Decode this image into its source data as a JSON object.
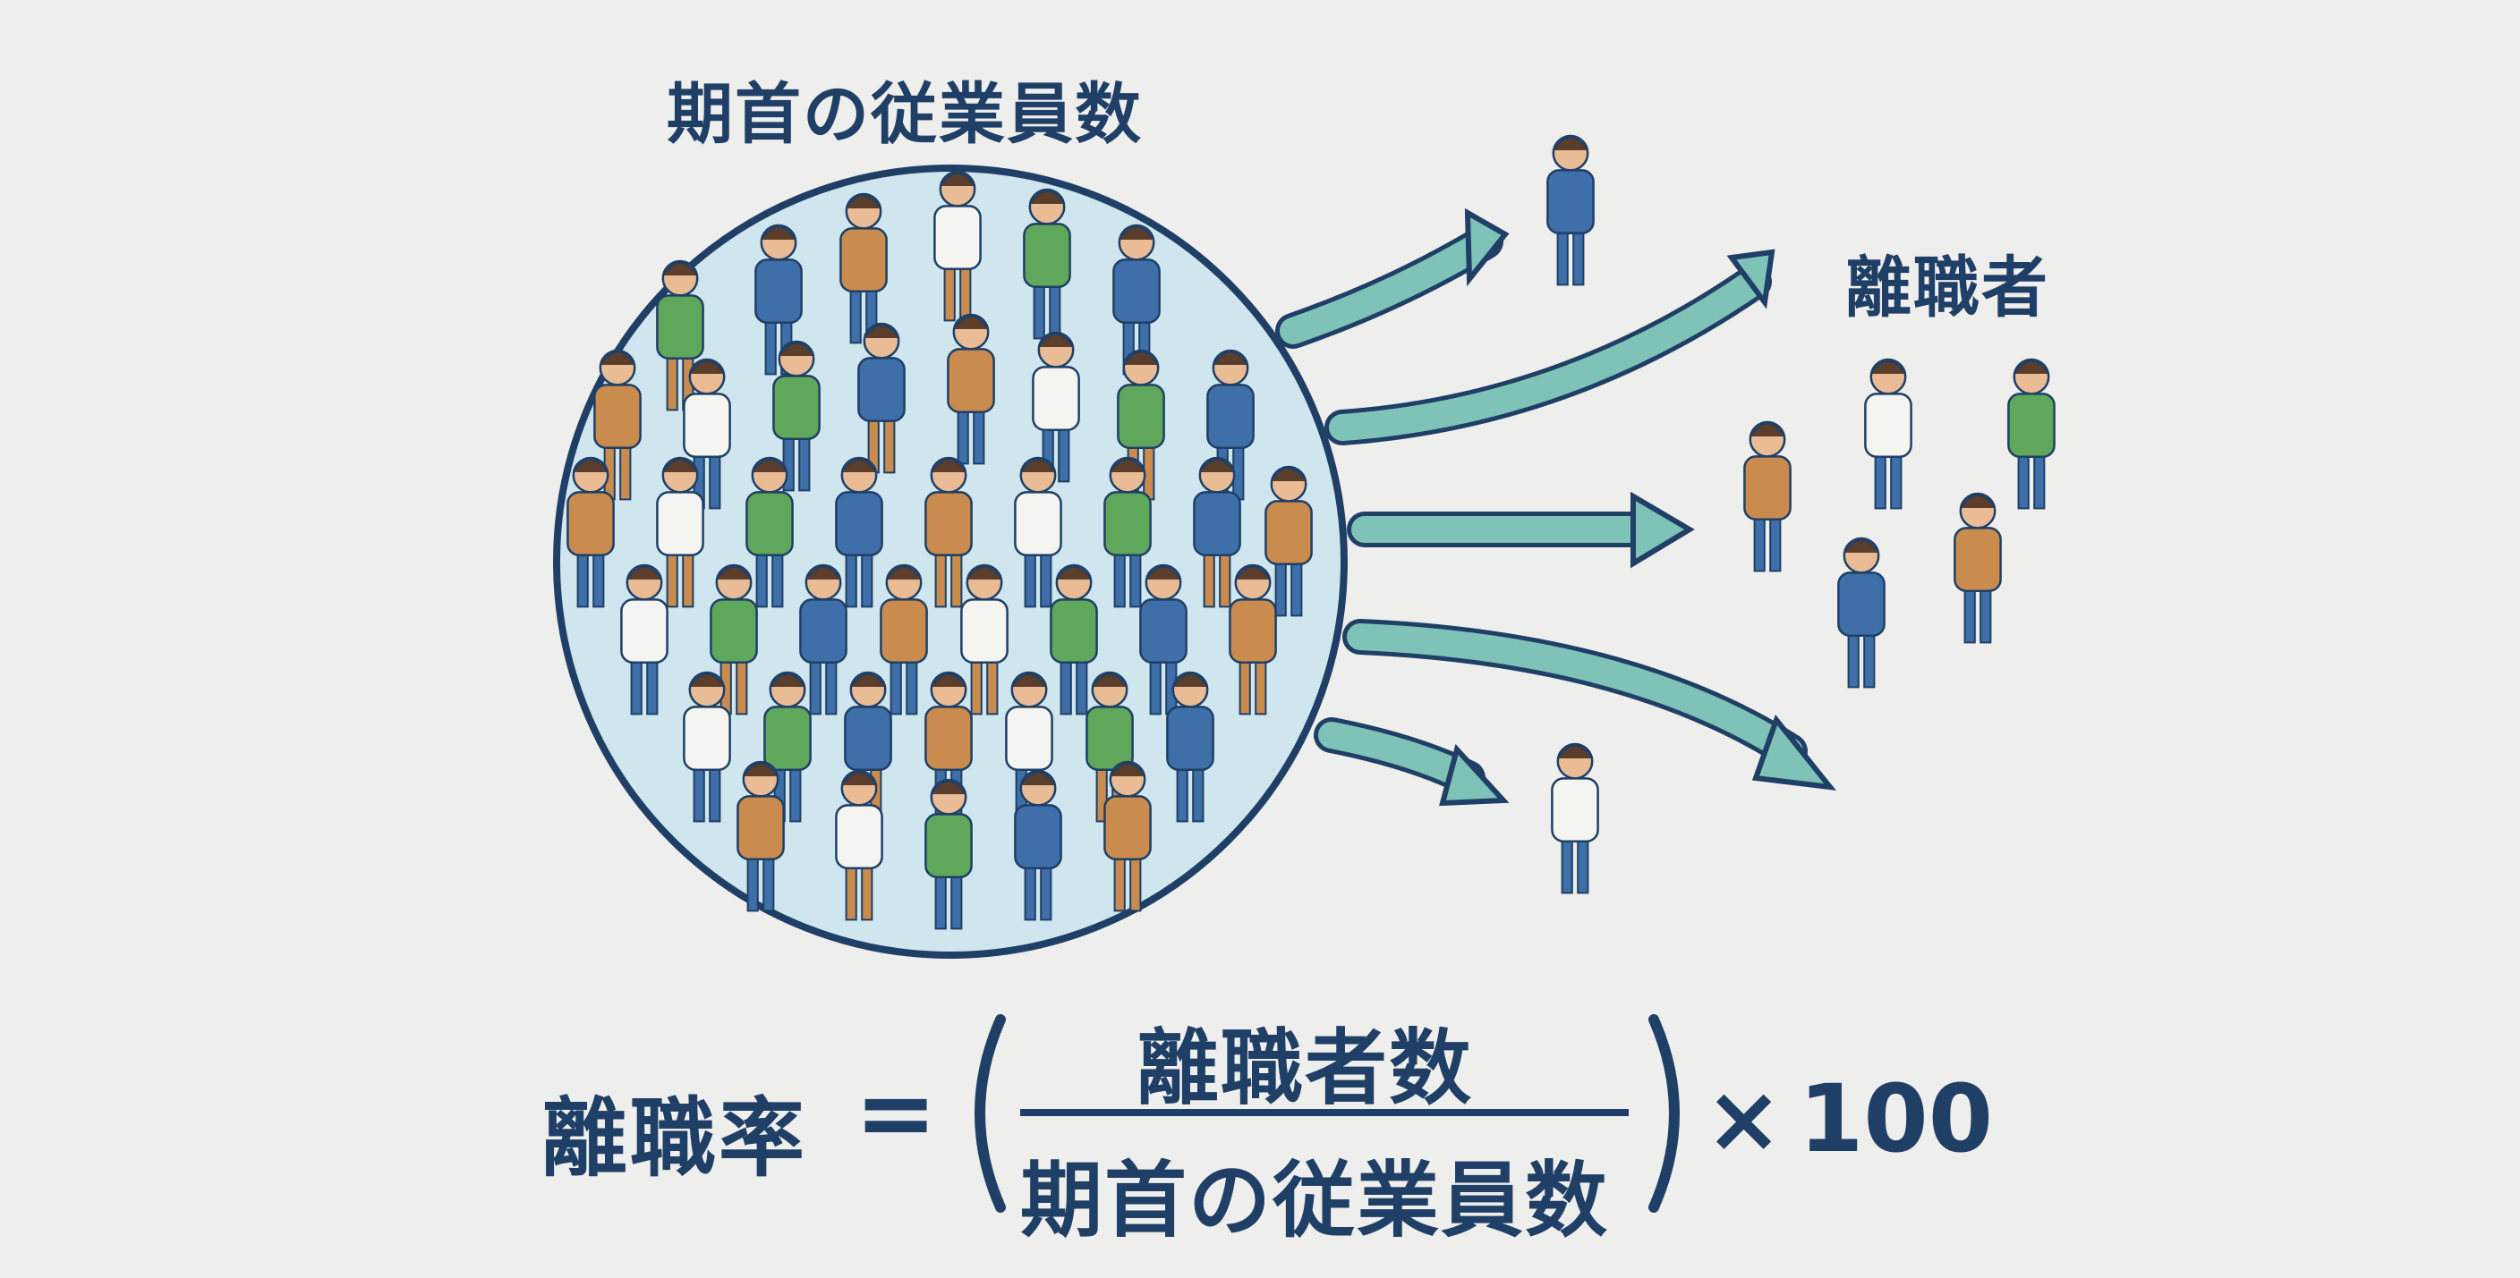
{
  "labels": {
    "group_title": "期首の従業員数",
    "leavers_title": "離職者"
  },
  "formula": {
    "lhs": "離職率",
    "equals": "=",
    "numerator": "離職者数",
    "denominator": "期首の従業員数",
    "multiply": "×",
    "factor": "100"
  },
  "colors": {
    "background": "#eeeeec",
    "ink": "#1f3f66",
    "circle_fill": "#cfe6ee",
    "arrow": "#7fc2b8",
    "shirt_green": "#5fa75a",
    "shirt_blue": "#3f6fa8",
    "shirt_orange": "#c98b4e",
    "shirt_white": "#f4f4f0",
    "skin": "#e9bc95"
  }
}
